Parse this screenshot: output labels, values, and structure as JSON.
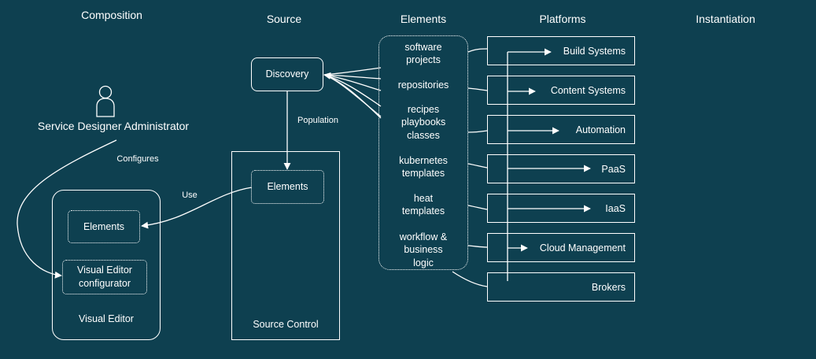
{
  "headers": {
    "composition": "Composition",
    "source": "Source",
    "elements": "Elements",
    "platforms": "Platforms",
    "instantiation": "Instantiation"
  },
  "actor": {
    "label": "Service Designer Administrator",
    "icon": "person-icon"
  },
  "labels": {
    "configures": "Configures",
    "use": "Use",
    "population": "Population"
  },
  "composition": {
    "visual_editor": "Visual Editor",
    "elements": "Elements",
    "configurator": "Visual Editor configurator"
  },
  "source": {
    "discovery": "Discovery",
    "source_control": "Source Control",
    "elements": "Elements"
  },
  "element_items": [
    "software projects",
    "repositories",
    "recipes playbooks classes",
    "kubernetes templates",
    "heat templates",
    "workflow & business logic"
  ],
  "platforms": [
    "Build Systems",
    "Content Systems",
    "Automation",
    "PaaS",
    "IaaS",
    "Cloud Management",
    "Brokers"
  ],
  "colors": {
    "background": "#0e4050",
    "line": "#ffffff",
    "text": "#ffffff"
  }
}
